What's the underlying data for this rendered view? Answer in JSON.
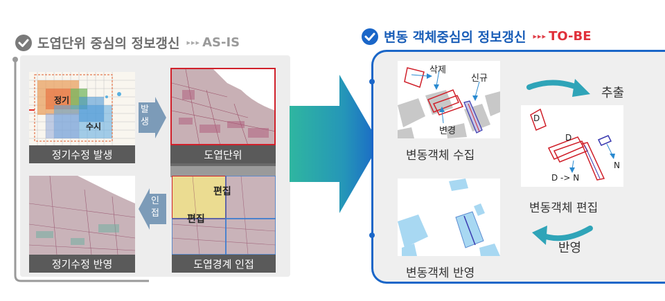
{
  "asis": {
    "title": "도엽단위 중심의 정보갱신",
    "arrows": "▸▸▸",
    "tag": "AS-IS",
    "panels": {
      "p1_caption": "정기수정 발생",
      "p2_caption": "도엽단위",
      "p3_caption": "정기수정 반영",
      "p4_caption": "도엽경계 인접"
    },
    "labels": {
      "regular": "정기",
      "frequent": "수시",
      "edit1": "편집",
      "edit2": "편집"
    },
    "side_arrow_top": "발생",
    "side_arrow_bottom": "인접"
  },
  "tobe": {
    "title": "변동 객체중심의 정보갱신",
    "arrows": "▸▸▸",
    "tag": "TO-BE",
    "collect": {
      "caption": "변동객체 수집",
      "delete": "삭제",
      "new": "신규",
      "change": "변경"
    },
    "edit": {
      "caption": "변동객체 편집",
      "d1": "D",
      "d2": "D",
      "n1": "N",
      "dn": "D -> N"
    },
    "reflect": {
      "caption": "변동객체 반영"
    },
    "extract": "추출",
    "apply": "반영"
  },
  "colors": {
    "asis_gray": "#6e6e6e",
    "tobe_blue": "#1a66c8",
    "red": "#d0202a",
    "light_blue": "#9fd3f2"
  }
}
